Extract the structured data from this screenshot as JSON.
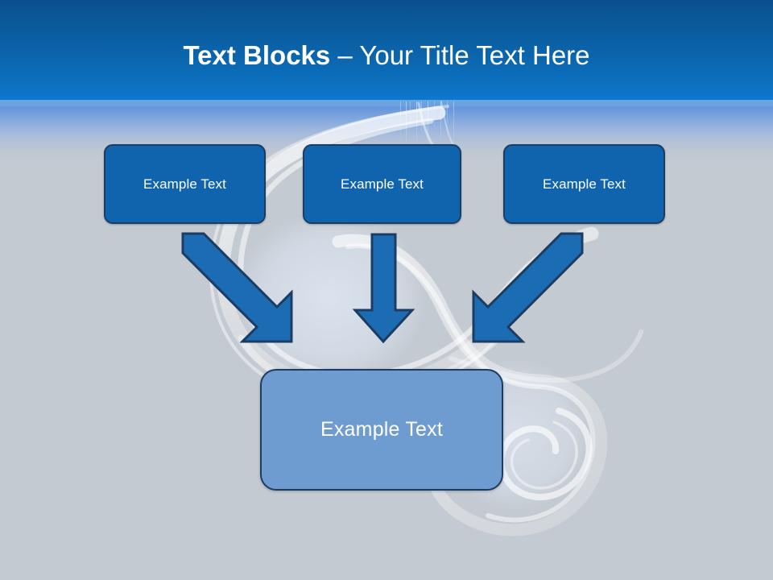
{
  "slide": {
    "title": {
      "bold_part": "Text Blocks",
      "separator": " – ",
      "rest": "Your Title Text Here",
      "full": "Text Blocks – Your Title Text Here"
    },
    "theme": {
      "background_grey": "#c4cad1",
      "sky_top_blue": "#08508d",
      "sky_bright_blue": "#0e78cf",
      "box_fill_blue": "#1064ad",
      "box_border_navy": "#1d3c63",
      "result_fill_blue": "#6e9bd0",
      "arrow_fill_blue": "#1b6cb3",
      "arrow_border_navy": "#1d3c63",
      "text_white": "#ffffff"
    },
    "top_boxes": [
      {
        "label": "Example Text"
      },
      {
        "label": "Example Text"
      },
      {
        "label": "Example Text"
      }
    ],
    "arrows": [
      {
        "name": "arrow-left-diagonal",
        "direction": "down-right"
      },
      {
        "name": "arrow-middle-vertical",
        "direction": "down"
      },
      {
        "name": "arrow-right-diagonal",
        "direction": "down-left"
      }
    ],
    "result_box": {
      "label": "Example Text"
    }
  }
}
